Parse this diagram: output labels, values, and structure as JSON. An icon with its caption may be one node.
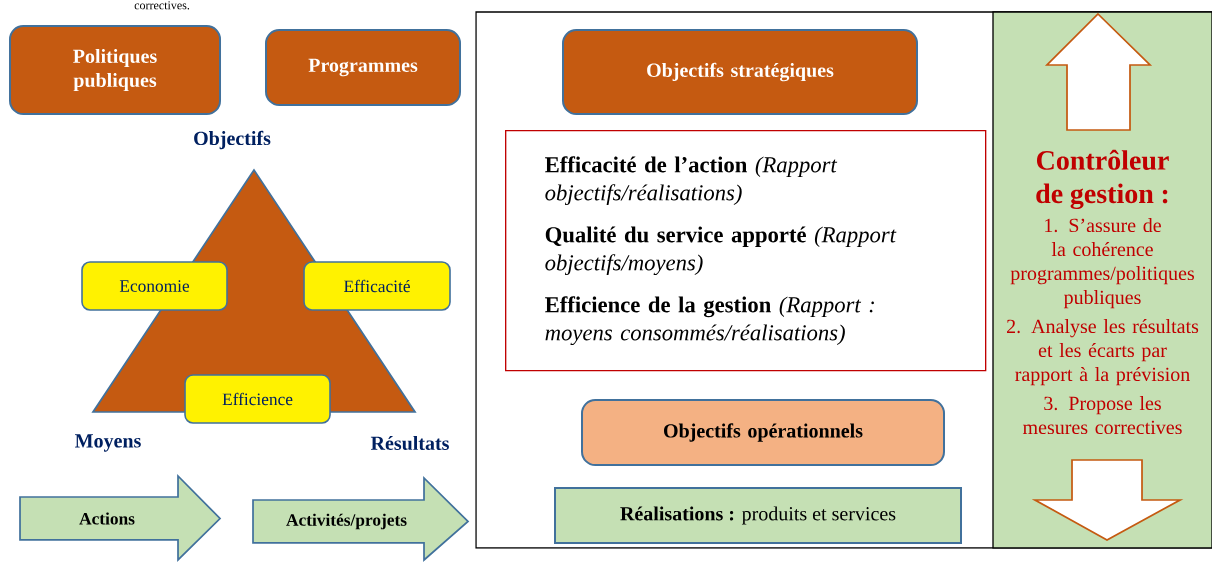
{
  "diagram": {
    "nodes": [
      {
        "text": [
          "Politiques publiques"
        ]
      },
      {
        "text": [
          "Programmes"
        ]
      },
      {
        "text": [],
        "shape": "triangle",
        "beside": [
          "Objectifs",
          "Moyens",
          "Résultats"
        ]
      },
      {
        "text": [
          "Economie"
        ]
      },
      {
        "text": [
          "Efficacité"
        ]
      },
      {
        "text": [
          "Efficience"
        ]
      },
      {
        "text": [
          "Actions"
        ]
      },
      {
        "text": [
          "Activités/projets"
        ]
      },
      {
        "text": [
          "Objectifs stratégiques"
        ]
      },
      {
        "text": [
          "**Efficacité de l’action** *(Rapport objectifs/réalisations)*",
          "**Qualité du service apporté** *(Rapport objectifs/moyens)*",
          "**Efficience de la gestion** *(Rapport : moyens consommés/réalisations)*"
        ]
      },
      {
        "text": [
          "Objectifs opérationnels"
        ]
      },
      {
        "text": [
          "**Réalisations :** produits et services"
        ]
      },
      {
        "text": [
          "Contrôleur de gestion :",
          "1. S’assure de la cohérence programmes/politiques publiques",
          "2. Analyse les résultats et les écarts par rapport à la prévision",
          "3. Propose les mesures correctives"
        ]
      }
    ],
    "labels": [
      "correctives."
    ]
  }
}
